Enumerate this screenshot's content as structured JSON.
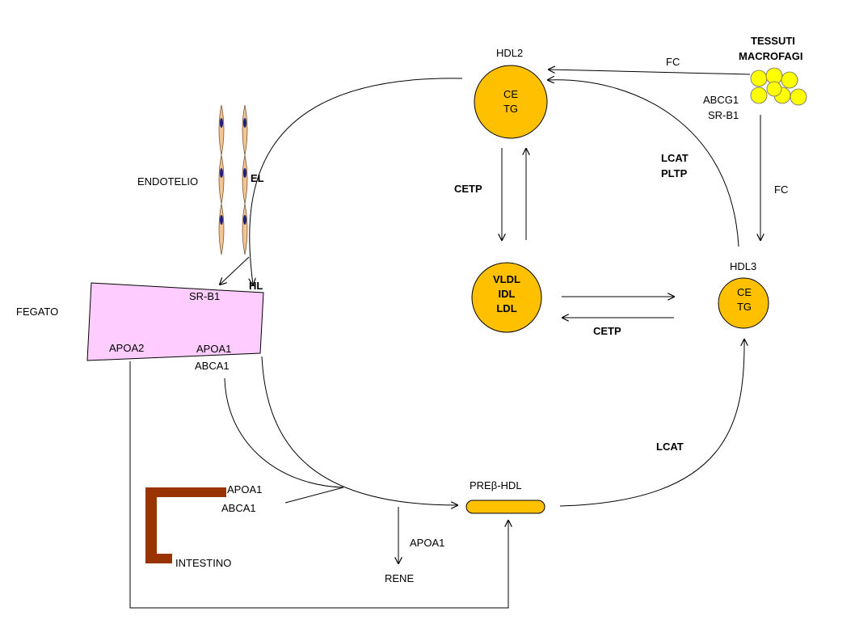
{
  "labels": {
    "hdl2": "HDL2",
    "hdl2_ce": "CE",
    "hdl2_tg": "TG",
    "tessuti": "TESSUTI",
    "macrofagi": "MACROFAGI",
    "fc_top": "FC",
    "abcg1": "ABCG1",
    "srb1_right": "SR-B1",
    "lcat_top": "LCAT",
    "pltp": "PLTP",
    "fc_right": "FC",
    "cetp_left": "CETP",
    "vldl": "VLDL",
    "idl": "IDL",
    "ldl": "LDL",
    "cetp_bottom": "CETP",
    "hdl3": "HDL3",
    "hdl3_ce": "CE",
    "hdl3_tg": "TG",
    "endotelio": "ENDOTELIO",
    "el": "EL",
    "hl": "HL",
    "fegato": "FEGATO",
    "srb1_liver": "SR-B1",
    "apoa2": "APOA2",
    "apoa1_liver": "APOA1",
    "abca1_liver": "ABCA1",
    "lcat_bottom": "LCAT",
    "prebeta": "PREβ-HDL",
    "apoa1_int": "APOA1",
    "abca1_int": "ABCA1",
    "intestino": "INTESTINO",
    "apoa1_kidney": "APOA1",
    "rene": "RENE"
  },
  "colors": {
    "particle": "#FFC000",
    "particle_stroke": "#000000",
    "liver_fill": "#FFCCFF",
    "intestine": "#993300",
    "endothelial_cell": "#F4C495",
    "endothelial_nucleus": "#1F1F7A",
    "macrophage": "#FFFF00"
  }
}
